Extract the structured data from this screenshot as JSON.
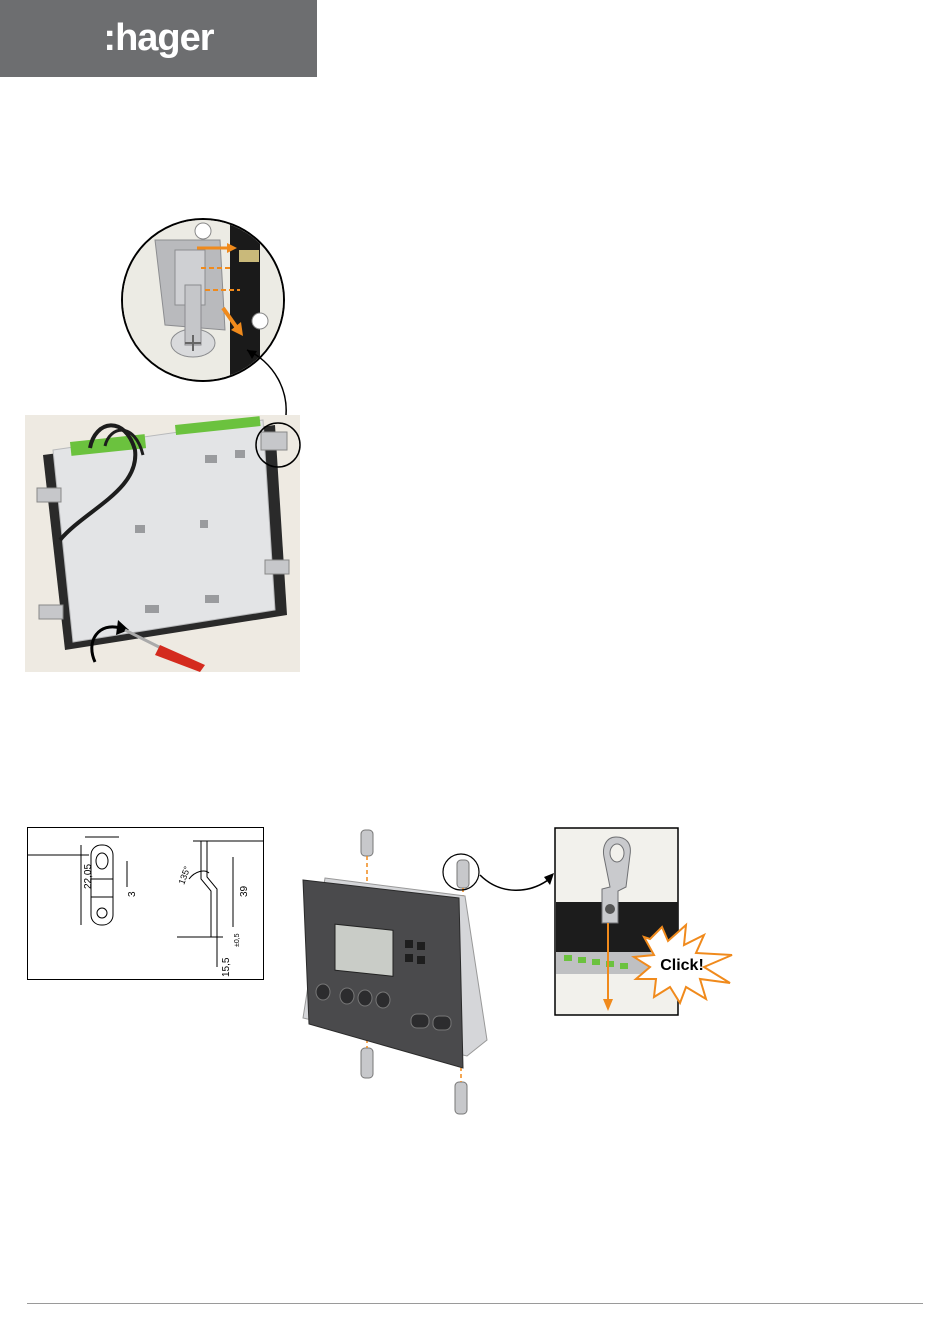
{
  "brand": {
    "logo_text": ":hager",
    "logo_bg": "#6d6e70",
    "logo_fg": "#ffffff"
  },
  "colors": {
    "orange": "#f08a1c",
    "terminal_green": "#6bc23e",
    "screwdriver_red": "#d42a1e",
    "panel_dark": "#4a4a4c"
  },
  "diagram1": {
    "callouts": [
      "",
      ""
    ],
    "icons": [
      "screw-icon",
      "bracket-icon",
      "screwdriver-icon"
    ]
  },
  "dimensions": {
    "d1": "22,05",
    "d2": "3",
    "d3": "39",
    "d4": "15,5",
    "angle": "135°",
    "tol": "±0,5"
  },
  "diagram2": {
    "click_label": "Click!"
  }
}
